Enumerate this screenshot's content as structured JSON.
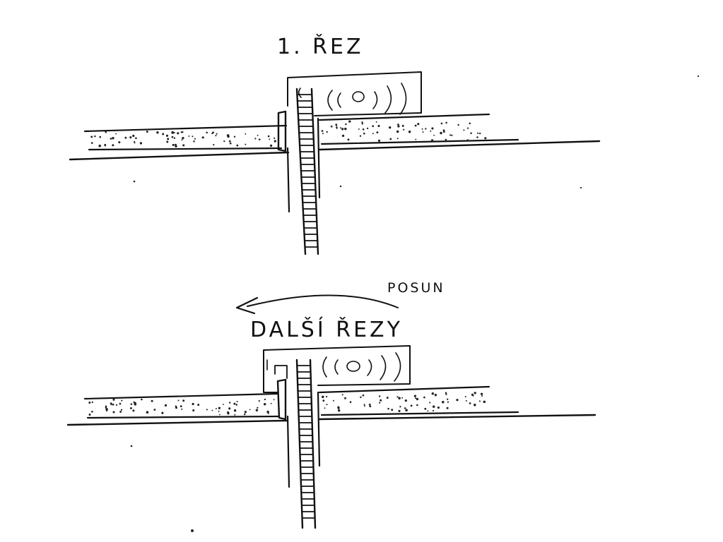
{
  "labels": {
    "top": "1. ŘEZ",
    "bottom": "DALŠÍ ŘEZY",
    "arrow": "POSUN"
  }
}
